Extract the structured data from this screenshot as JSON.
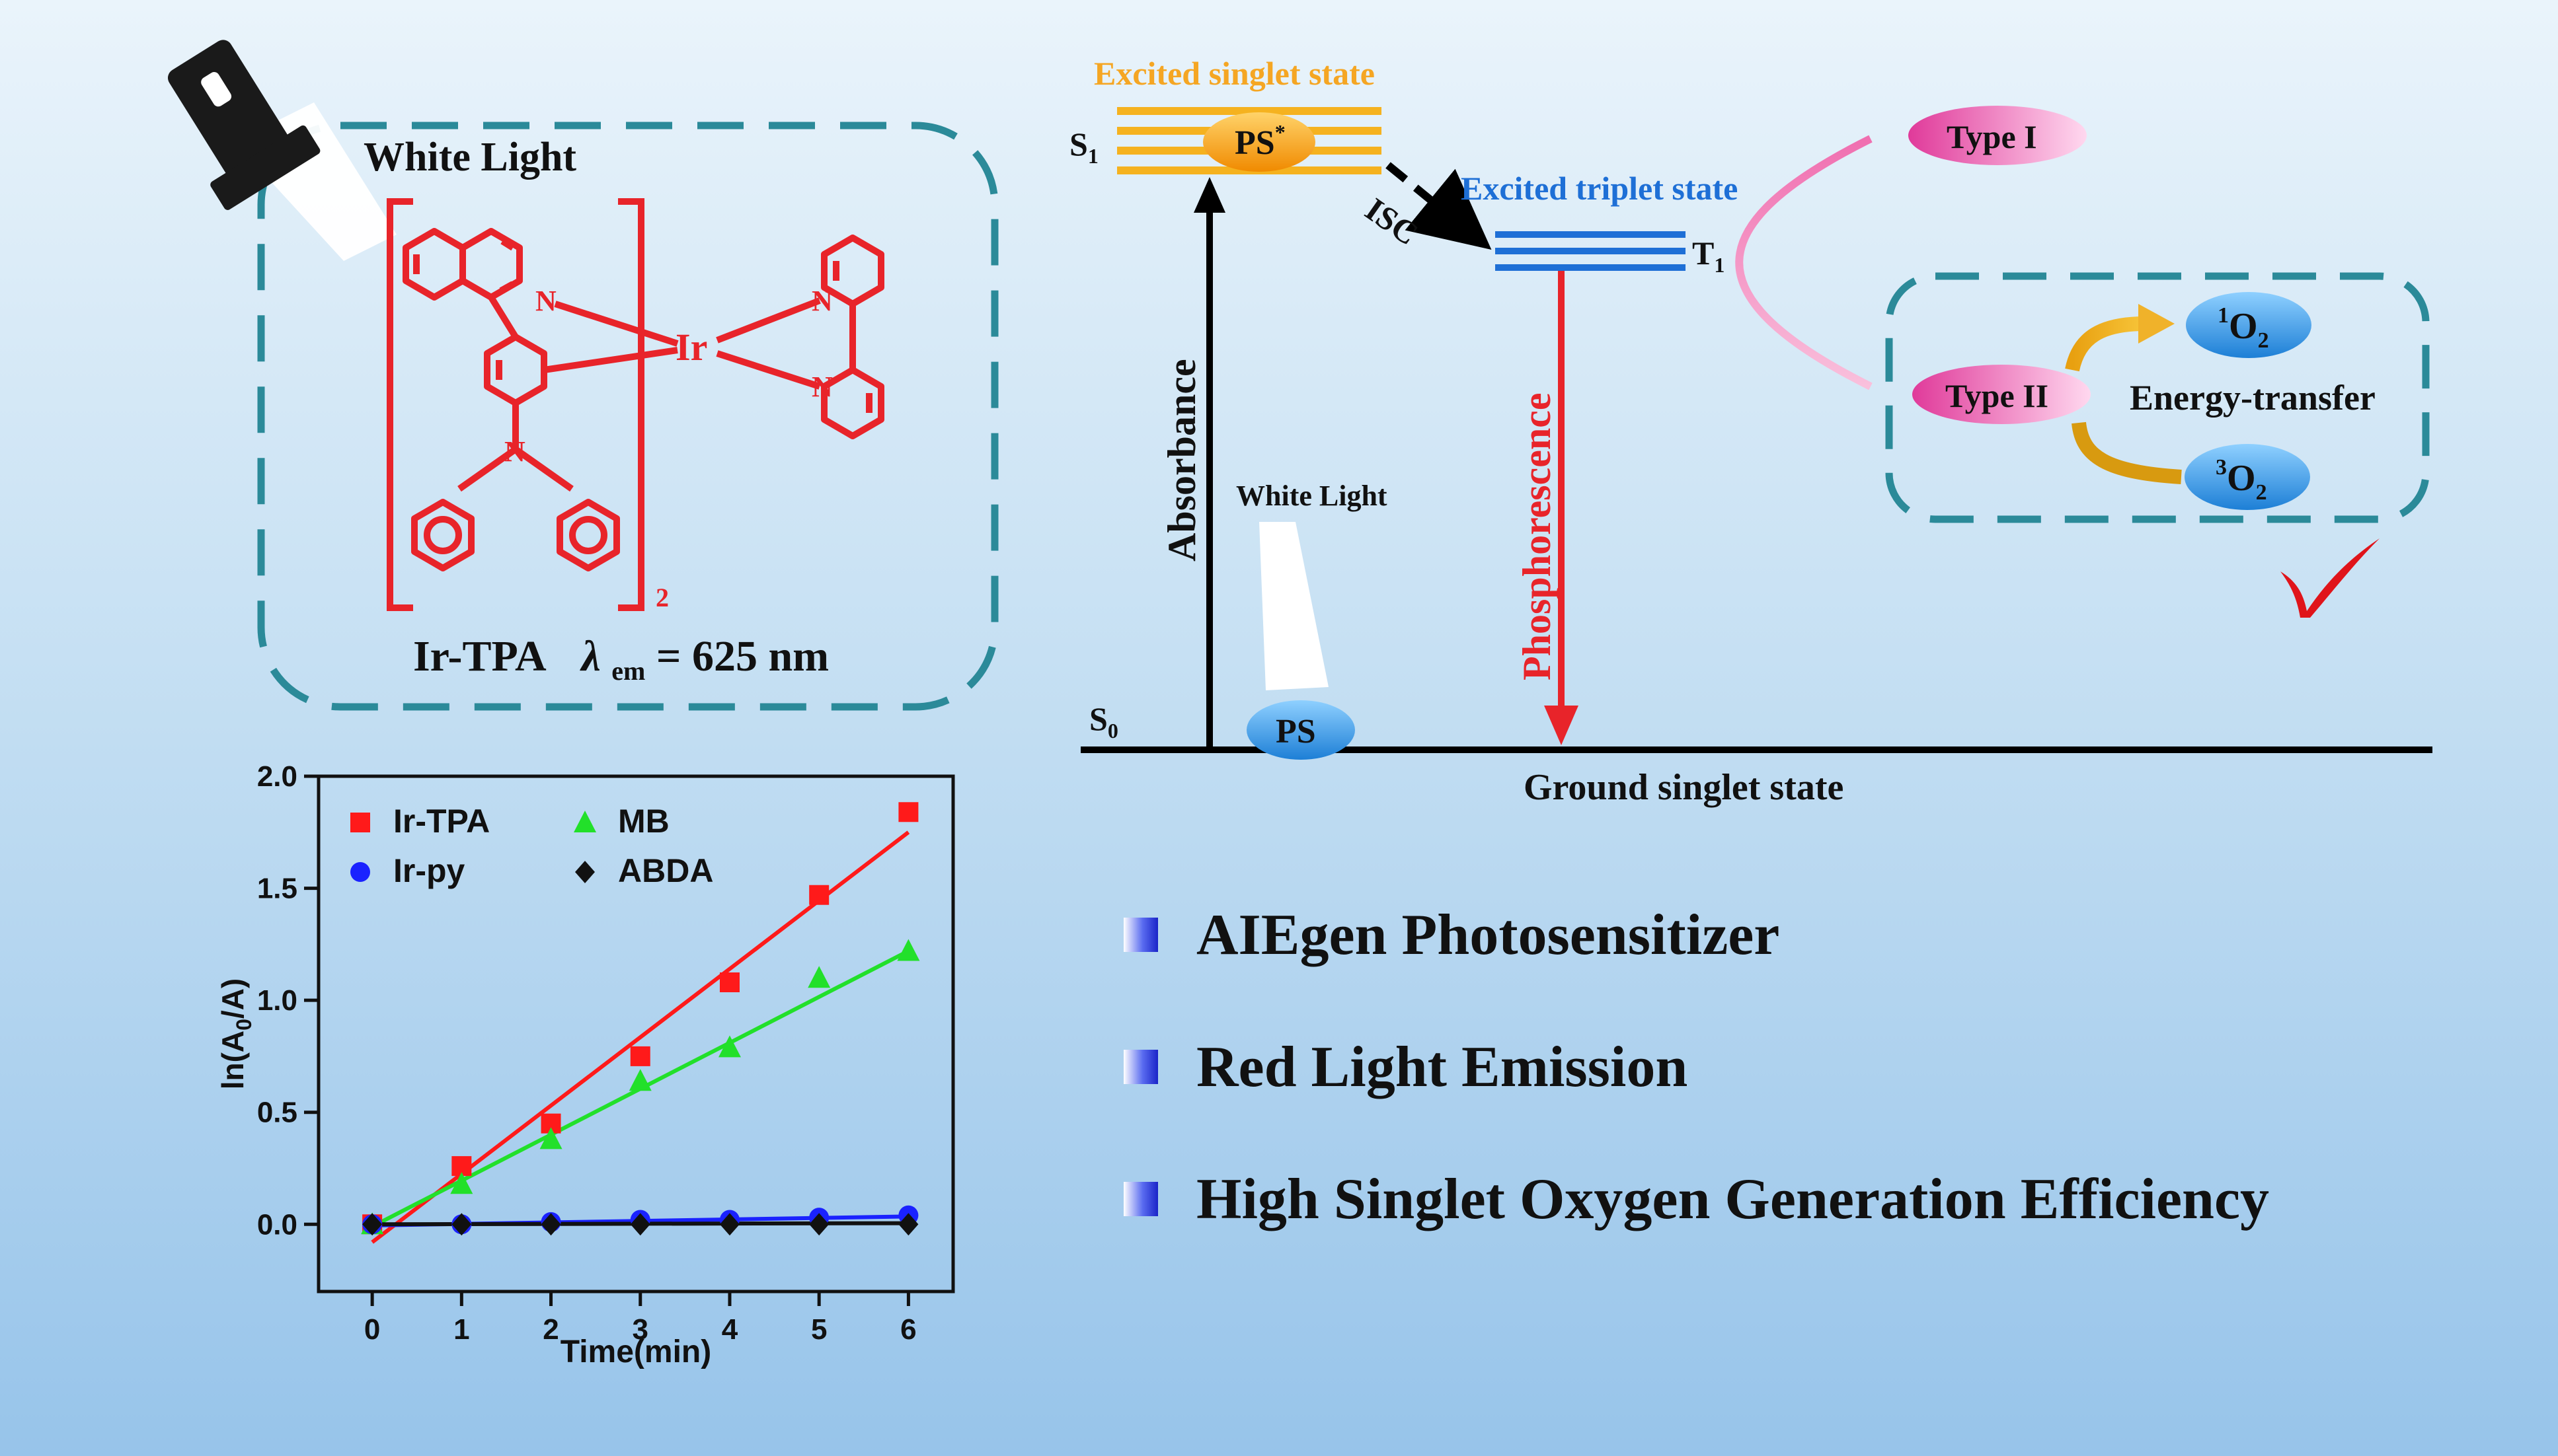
{
  "structure": {
    "caption_left": "Ir-TPA",
    "lambda_symbol": "λ",
    "lambda_subscript": "em",
    "lambda_value": "= 625 nm",
    "light_label": "White Light",
    "metal": "Ir",
    "nitrogen": "N",
    "bracket_subscript": "2",
    "main_color": "#e8242a"
  },
  "jablonski": {
    "s1_label": "S",
    "s1_sub": "1",
    "s0_label": "S",
    "s0_sub": "0",
    "t1_label": "T",
    "t1_sub": "1",
    "excited_singlet": "Excited singlet state",
    "excited_triplet": "Excited triplet state",
    "ground_singlet": "Ground singlet state",
    "ps_star": "PS",
    "ps_star_sup": "*",
    "ps": "PS",
    "isc": "ISC",
    "absorbance": "Absorbance",
    "phosphorescence": "Phosphorescence",
    "white_light": "White Light",
    "singlet_color": "#f5a623",
    "triplet_color": "#1e6fd6"
  },
  "mechanism": {
    "type1": "Type I",
    "type2": "Type II",
    "energy_transfer": "Energy-transfer",
    "singlet_oxygen_sup": "1",
    "triplet_oxygen_sup": "3",
    "oxygen": "O",
    "oxygen_sub": "2",
    "check_color": "#e0141a"
  },
  "bullets": [
    "AIEgen Photosensitizer",
    "Red Light Emission",
    "High Singlet Oxygen Generation Efficiency"
  ],
  "chart_data": {
    "type": "scatter",
    "xlabel": "Time(min)",
    "ylabel_main": "ln(A",
    "ylabel_sub": "0",
    "ylabel_end": "/A)",
    "xlim": [
      -0.6,
      6.5
    ],
    "ylim": [
      -0.3,
      2.0
    ],
    "xticks": [
      0,
      1,
      2,
      3,
      4,
      5,
      6
    ],
    "yticks": [
      0.0,
      0.5,
      1.0,
      1.5,
      2.0
    ],
    "ytick_labels": [
      "0.0",
      "0.5",
      "1.0",
      "1.5",
      "2.0"
    ],
    "legend_placement": "top-left",
    "series": [
      {
        "name": "Ir-TPA",
        "color": "#ff1a1a",
        "marker": "square",
        "x": [
          0,
          1,
          2,
          3,
          4,
          5,
          6
        ],
        "y": [
          0.0,
          0.26,
          0.45,
          0.75,
          1.08,
          1.47,
          1.84
        ],
        "fit": [
          [
            0,
            -0.08
          ],
          [
            6,
            1.75
          ]
        ]
      },
      {
        "name": "MB",
        "color": "#22e02a",
        "marker": "triangle",
        "x": [
          0,
          1,
          2,
          3,
          4,
          5,
          6
        ],
        "y": [
          0.0,
          0.18,
          0.38,
          0.64,
          0.79,
          1.1,
          1.22
        ],
        "fit": [
          [
            0,
            -0.01
          ],
          [
            6,
            1.22
          ]
        ]
      },
      {
        "name": "Ir-py",
        "color": "#1a22ff",
        "marker": "circle",
        "x": [
          0,
          1,
          2,
          3,
          4,
          5,
          6
        ],
        "y": [
          0.0,
          0.0,
          0.01,
          0.02,
          0.02,
          0.03,
          0.04
        ],
        "fit": [
          [
            0,
            -0.005
          ],
          [
            6,
            0.035
          ]
        ]
      },
      {
        "name": "ABDA",
        "color": "#111111",
        "marker": "diamond",
        "x": [
          0,
          1,
          2,
          3,
          4,
          5,
          6
        ],
        "y": [
          0.0,
          0.0,
          0.0,
          0.0,
          0.0,
          0.0,
          0.0
        ],
        "fit": [
          [
            0,
            0.0
          ],
          [
            6,
            0.005
          ]
        ]
      }
    ]
  }
}
